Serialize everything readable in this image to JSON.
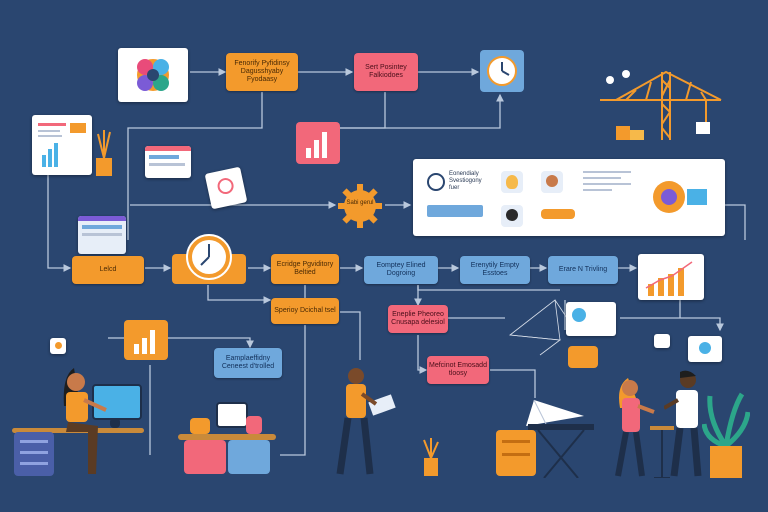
{
  "colors": {
    "background": "#2a4670",
    "orange": "#f39a2c",
    "pink": "#f2687a",
    "blue": "#6fa8dc",
    "connector": "#b9c8dc"
  },
  "nodes": {
    "top_orange": "Fenorify Pyfidinsy Dagusshyaby Fyodaasy",
    "top_pink": "Sert Posintey Falkiodoes",
    "left_orange": "Lelcd",
    "mid_orange1": "Ecridge Pgviditory Beltied",
    "mid_orange2": "Sperioy Dcichal tsel",
    "mid_blue1": "Eomptey Elined Dogroing",
    "mid_blue2": "Erenytily Empty Esstoes",
    "mid_blue3": "Erare N Trivling",
    "low_pink1": "Eneplie Pheoreo Cnusapa delesiol",
    "low_pink2": "Mefcinot Emosadd tloosy",
    "low_blue": "Eamplaeffidny Ceneest d'trolled",
    "gear_label": "Sabi gerul"
  },
  "panel": {
    "heading": "Eonendialy Svestiogony fuer",
    "icons": [
      "gear-icon",
      "bulb-icon",
      "avatar-icon",
      "avatar-icon"
    ]
  },
  "icons": [
    "flower-logo-icon",
    "clock-icon",
    "bar-chart-icon",
    "crane-icon",
    "gear-icon",
    "clock-icon",
    "camera-icon",
    "speech-bubble-icon",
    "plant-icon"
  ]
}
